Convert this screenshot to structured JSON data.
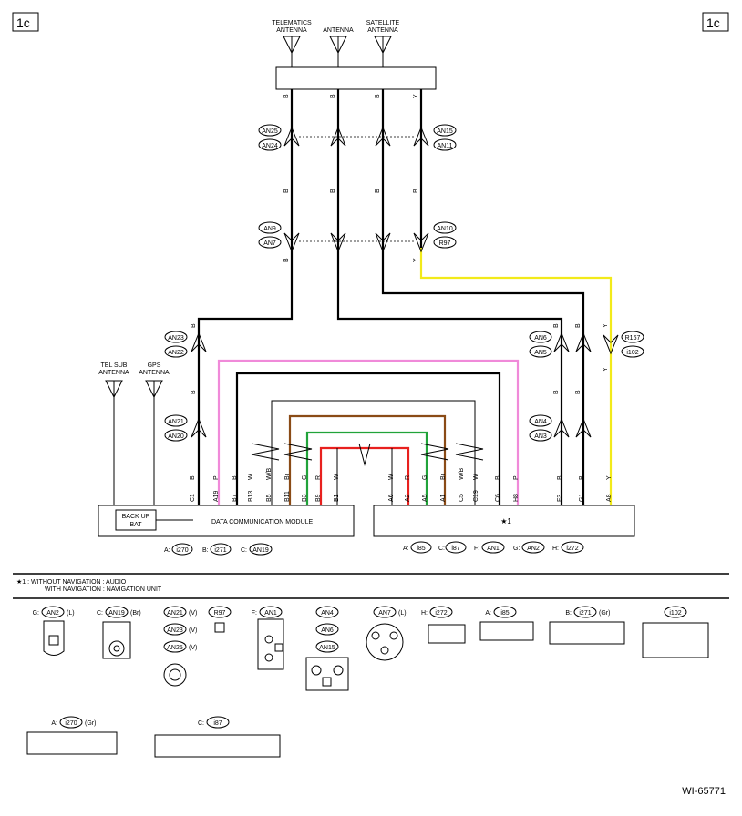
{
  "page": {
    "corner_label": "1c",
    "footer_id": "WI-65771"
  },
  "antennas_top": [
    {
      "line1": "TELEMATICS",
      "line2": "ANTENNA"
    },
    {
      "line1": "ANTENNA",
      "line2": ""
    },
    {
      "line1": "SATELLITE",
      "line2": "ANTENNA"
    }
  ],
  "antennas_left": [
    {
      "line1": "TEL SUB",
      "line2": "ANTENNA"
    },
    {
      "line1": "GPS",
      "line2": "ANTENNA"
    }
  ],
  "connectors": {
    "an25": "AN25",
    "an24": "AN24",
    "an15": "AN15",
    "an11": "AN11",
    "an9": "AN9",
    "an7": "AN7",
    "an10": "AN10",
    "r97": "R97",
    "an23": "AN23",
    "an22": "AN22",
    "an21": "AN21",
    "an20": "AN20",
    "an6": "AN6",
    "an5": "AN5",
    "an4": "AN4",
    "an3": "AN3",
    "r167": "R167",
    "i102": "i102"
  },
  "wire_colors": {
    "black": "#000000",
    "yellow": "#f2ea1a",
    "pink": "#f08ad9",
    "brown": "#8a4b16",
    "green": "#21a33a",
    "red": "#e8201e",
    "b": "B",
    "y": "Y"
  },
  "modules": {
    "dcm": {
      "label": "DATA COMMUNICATION MODULE",
      "backup": [
        "BACK UP",
        "BAT"
      ],
      "pins": [
        "C1",
        "A19",
        "B7",
        "B13",
        "B5",
        "B11",
        "B3",
        "B9",
        "B1"
      ],
      "wires": [
        "B",
        "P",
        "B",
        "W",
        "W/B",
        "Br",
        "G",
        "R",
        "W"
      ],
      "legend": [
        [
          "A:",
          "i270"
        ],
        [
          "B:",
          "i271"
        ],
        [
          "C:",
          "AN19"
        ]
      ]
    },
    "audio": {
      "label": "★1",
      "pins": [
        "A6",
        "A2",
        "A5",
        "A1",
        "C5",
        "C19",
        "C6",
        "H8",
        "F3",
        "G1",
        "A8"
      ],
      "wires": [
        "W",
        "R",
        "G",
        "Br",
        "W/B",
        "W",
        "B",
        "P",
        "B",
        "B",
        "Y"
      ],
      "legend": [
        [
          "A:",
          "i85"
        ],
        [
          "C:",
          "i87"
        ],
        [
          "F:",
          "AN1"
        ],
        [
          "G:",
          "AN2"
        ],
        [
          "H:",
          "i272"
        ]
      ]
    }
  },
  "notes": {
    "line1": "★1 : WITHOUT NAVIGATION  : AUDIO",
    "line2": "WITH NAVIGATION  : NAVIGATION UNIT"
  },
  "connector_views": [
    {
      "prefix": "G:",
      "code": "AN2",
      "suffix": "(L)"
    },
    {
      "prefix": "C:",
      "code": "AN19",
      "suffix": "(Br)"
    },
    {
      "prefix": "",
      "code": "AN21",
      "suffix": "(V)"
    },
    {
      "prefix": "",
      "code": "AN23",
      "suffix": "(V)"
    },
    {
      "prefix": "",
      "code": "AN25",
      "suffix": "(V)"
    },
    {
      "prefix": "",
      "code": "R97",
      "suffix": ""
    },
    {
      "prefix": "F:",
      "code": "AN1",
      "suffix": ""
    },
    {
      "prefix": "",
      "code": "AN4",
      "suffix": ""
    },
    {
      "prefix": "",
      "code": "AN6",
      "suffix": ""
    },
    {
      "prefix": "",
      "code": "AN15",
      "suffix": ""
    },
    {
      "prefix": "",
      "code": "AN7",
      "suffix": "(L)"
    },
    {
      "prefix": "H:",
      "code": "i272",
      "suffix": ""
    },
    {
      "prefix": "A:",
      "code": "i85",
      "suffix": ""
    },
    {
      "prefix": "B:",
      "code": "i271",
      "suffix": "(Gr)"
    },
    {
      "prefix": "",
      "code": "i102",
      "suffix": ""
    },
    {
      "prefix": "A:",
      "code": "i270",
      "suffix": "(Gr)"
    },
    {
      "prefix": "C:",
      "code": "i87",
      "suffix": ""
    }
  ]
}
